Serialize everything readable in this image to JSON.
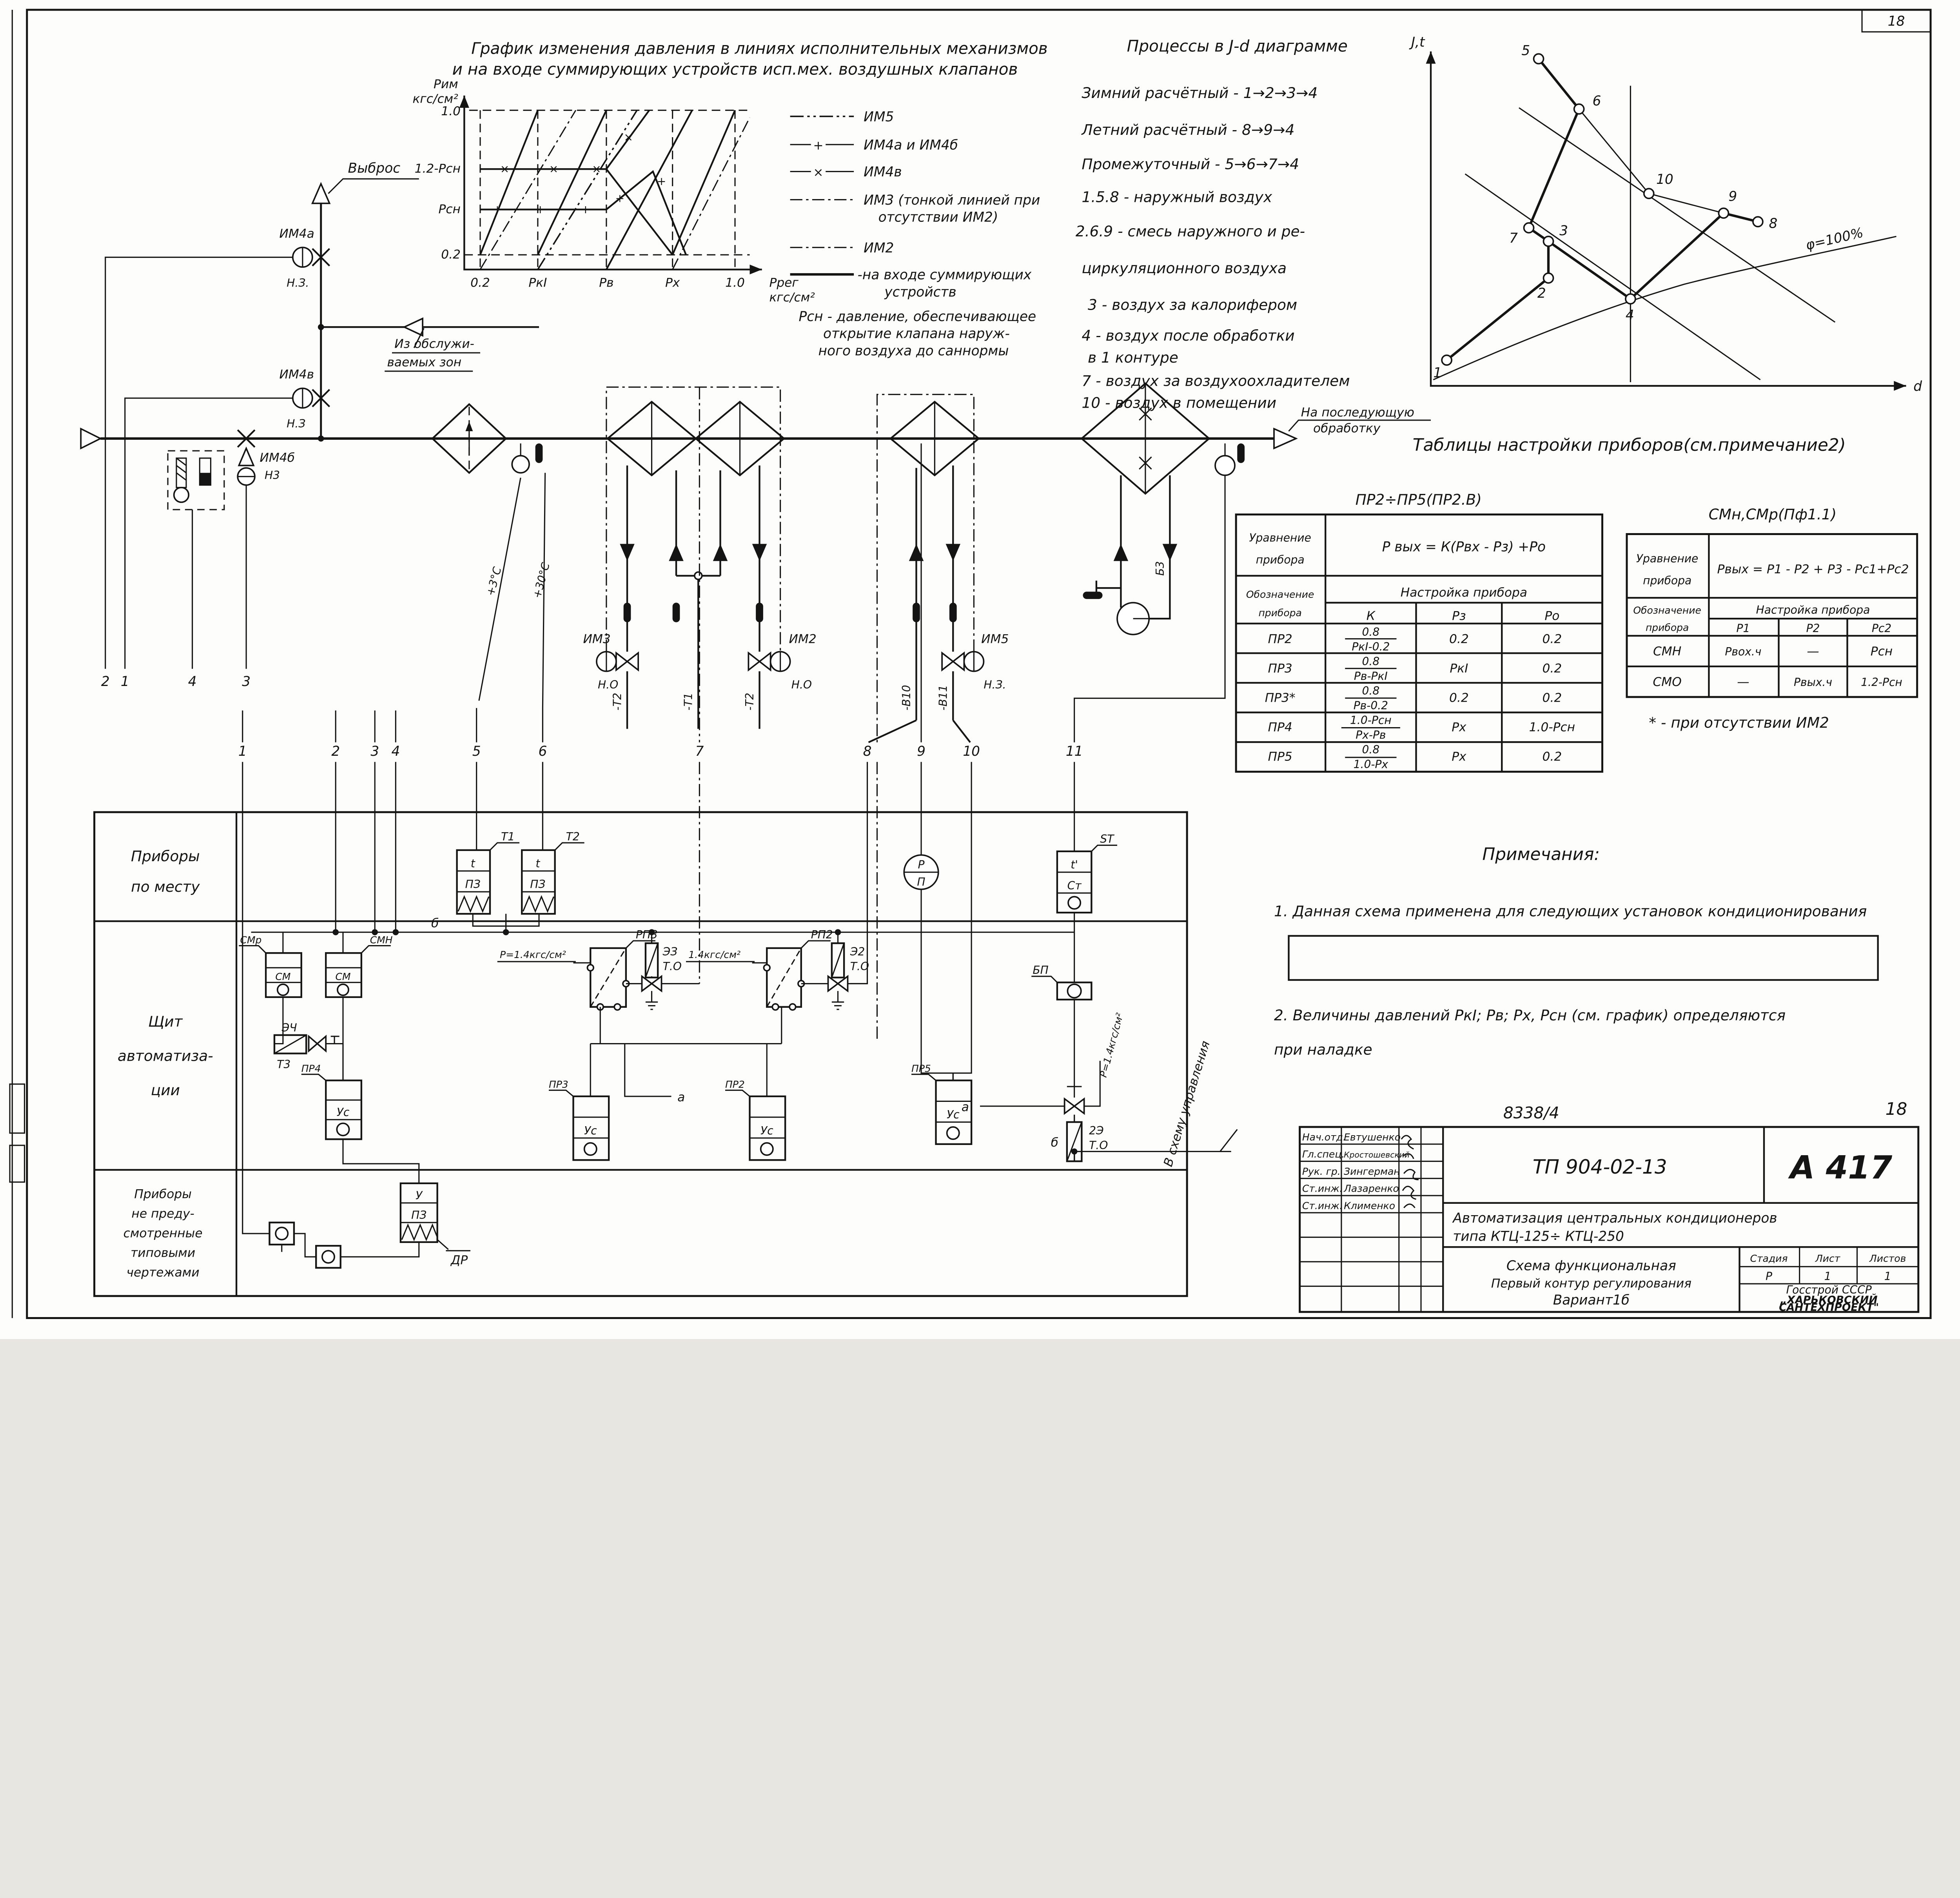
{
  "sheet": {
    "corner": "18",
    "doc_no": "8338/4",
    "page": "18"
  },
  "g": {
    "t1": "График изменения давления в линиях исполнительных механизмов",
    "t2": "и на входе суммирующих устройств исп.мех. воздушных клапанов",
    "yl1": "Рим",
    "yl2": "кгс/см²",
    "yt": [
      "1.0",
      "1.2-Рсн",
      "Рсн",
      "0.2"
    ],
    "xt": [
      "0.2",
      "РкI",
      "Рв",
      "Рх",
      "1.0"
    ],
    "xl1": "Ррег",
    "xl2": "кгс/см²"
  },
  "leg": {
    "i5": "ИМ5",
    "i4ab": "ИМ4а и ИМ4б",
    "i4v": "ИМ4в",
    "i3a": "ИМ3 (тонкой линией при",
    "i3b": "отсутствии ИМ2)",
    "i2": "ИМ2",
    "sum1": "-на входе суммирующих",
    "sum2": "устройств",
    "p1": "Рсн - давление, обеспечивающее",
    "p2": "открытие клапана наруж-",
    "p3": "ного воздуха до саннормы"
  },
  "pr": {
    "title": "Процессы в J-d диаграмме",
    "l1": "Зимний расчётный - 1→2→3→4",
    "l2": "Летний расчётный - 8→9→4",
    "l3": "Промежуточный - 5→6→7→4",
    "l4": "1.5.8 - наружный воздух",
    "l5": "2.6.9 - смесь наружного и ре-",
    "l6": "циркуляционного воздуха",
    "l7": "3 - воздух за калорифером",
    "l8": "4 - воздух после обработки",
    "l9": "в 1 контуре",
    "l10": "7 - воздух за воздухоохладителем",
    "l11": "10 - воздух в помещении"
  },
  "jd": {
    "ax_y": "J,t",
    "ax_x": "d",
    "phi": "φ=100%",
    "pts": [
      "1",
      "2",
      "3",
      "4",
      "5",
      "6",
      "7",
      "8",
      "9",
      "10"
    ]
  },
  "chart_data": {
    "type": "scatter",
    "title": "Процессы в J-d диаграмме",
    "xlabel": "d",
    "ylabel": "J,t",
    "points": [
      {
        "id": "1",
        "x": 0.05,
        "y": 0.09
      },
      {
        "id": "2",
        "x": 0.25,
        "y": 0.32
      },
      {
        "id": "3",
        "x": 0.25,
        "y": 0.42
      },
      {
        "id": "4",
        "x": 0.42,
        "y": 0.26
      },
      {
        "id": "5",
        "x": 0.23,
        "y": 0.93
      },
      {
        "id": "6",
        "x": 0.31,
        "y": 0.79
      },
      {
        "id": "7",
        "x": 0.21,
        "y": 0.46
      },
      {
        "id": "8",
        "x": 0.67,
        "y": 0.47
      },
      {
        "id": "9",
        "x": 0.6,
        "y": 0.5
      },
      {
        "id": "10",
        "x": 0.45,
        "y": 0.55
      }
    ],
    "processes": [
      [
        "1",
        "2",
        "3",
        "4"
      ],
      [
        "8",
        "9",
        "4"
      ],
      [
        "5",
        "6",
        "7",
        "4"
      ]
    ],
    "annotations": [
      "φ=100%"
    ]
  },
  "sch": {
    "vybros": "Выброс",
    "zon1": "Из обслужи-",
    "zon2": "ваемых зон",
    "im4a": "ИМ4а",
    "im4a_s": "Н.З.",
    "im4v": "ИМ4в",
    "im4v_s": "Н.З",
    "im4b": "ИМ4б",
    "im4b_s": "Н3",
    "im3": "ИМ3",
    "im3_s": "Н.О",
    "im2": "ИМ2",
    "im2_s": "Н.О",
    "im5": "ИМ5",
    "im5_s": "Н.З.",
    "t3c": "+3°C",
    "t30c": "+30°C",
    "t1": "-Т1",
    "t2": "-Т2",
    "v10": "-В10",
    "v11": "-В11",
    "b3": "Б3",
    "out1": "На последующую",
    "out2": "обработку",
    "ld": [
      "1",
      "2",
      "3",
      "4",
      "5",
      "6",
      "7",
      "8",
      "9",
      "10",
      "11"
    ],
    "ldl": [
      "2",
      "1",
      "4",
      "3"
    ]
  },
  "panel": {
    "r1a": "Приборы",
    "r1b": "по месту",
    "r2a": "Щит",
    "r2b": "автоматиза-",
    "r2c": "ции",
    "r3a": "Приборы",
    "r3b": "не преду-",
    "r3c": "смотренные",
    "r3d": "типовыми",
    "r3e": "чертежами",
    "t1_tag": "Т1",
    "t2_tag": "Т2",
    "t": "t",
    "pz": "ПЗ",
    "smr": "СМр",
    "smn": "СМН",
    "sm": "СМ",
    "ech": "ЭЧ",
    "t3": "Т3",
    "pr4": "ПР4",
    "us": "Ус",
    "rp3": "РП3",
    "ez": "ЭЗ",
    "to": "Т.О",
    "rp2": "РП2",
    "e2": "Э2",
    "pr3": "ПР3",
    "pr2": "ПР2",
    "pr5": "ПР5",
    "bp": "БП",
    "e2e": "2Э",
    "a": "а",
    "b": "б",
    "dr": "ДР",
    "u": "У",
    "p_top": "Р",
    "p_bot": "П",
    "st_tag": "ST",
    "st_t": "t'",
    "st_c": "Ст",
    "p14": "Р=1.4кгс/см²",
    "p14b": "1.4кгс/см²",
    "ctrl": "В схему управления"
  },
  "tb": {
    "heading": "Таблицы настройки приборов(см.примечание2)",
    "t1": {
      "sub": "ПР2÷ПР5(ПР2.В)",
      "eq1": "Уравнение",
      "eq2": "прибора",
      "formula": "Р вых = К(Рвх - Рз) +Ро",
      "ob1": "Обозначение",
      "ob2": "прибора",
      "set": "Настройка прибора",
      "c1": "К",
      "c2": "Рз",
      "c3": "Ро",
      "rows": [
        {
          "n": "ПР2",
          "kn": "0.8",
          "kd": "РкI-0.2",
          "rz": "0.2",
          "ro": "0.2"
        },
        {
          "n": "ПР3",
          "kn": "0.8",
          "kd": "Рв-РкI",
          "rz": "РкI",
          "ro": "0.2"
        },
        {
          "n": "ПР3*",
          "kn": "0.8",
          "kd": "Рв-0.2",
          "rz": "0.2",
          "ro": "0.2"
        },
        {
          "n": "ПР4",
          "kn": "1.0-Рсн",
          "kd": "Рх-Рв",
          "rz": "Рх",
          "ro": "1.0-Рсн"
        },
        {
          "n": "ПР5",
          "kn": "0.8",
          "kd": "1.0-Рх",
          "rz": "Рх",
          "ro": "0.2"
        }
      ]
    },
    "t2": {
      "sub": "СМн,СМр(Пф1.1)",
      "formula": "Рвых = Р1 - Р2 + Р3 - Рс1+Рс2",
      "c1": "Р1",
      "c2": "Р2",
      "c3": "Рс2",
      "rows": [
        {
          "n": "СМН",
          "p1": "Рвох.ч",
          "p2": "—",
          "pc": "Рсн"
        },
        {
          "n": "СМО",
          "p1": "—",
          "p2": "Рвых.ч",
          "pc": "1.2-Рсн"
        }
      ]
    },
    "note": "* -  при отсутствии ИМ2"
  },
  "notes": {
    "h": "Примечания:",
    "n1": "1. Данная схема применена для следующих установок кондиционирования",
    "n2": "2. Величины давлений РкI; Рв; Рх, Рсн (см. график) определяются",
    "n3": "при наладке"
  },
  "ts": {
    "r1": "Нач.отд.",
    "n1": "Евтушенко",
    "r2": "Гл.спец.",
    "n2": "Кростошевский",
    "r3": "Рук. гр.",
    "n3": "Зингерман",
    "r4": "Ст.инж.",
    "n4": "Лазаренко",
    "r5": "Ст.инж.",
    "n5": "Клименко",
    "tp": "ТП 904-02-13",
    "a417": "А 417",
    "t1": "Автоматизация центральных кондиционеров",
    "t2": "типа КТЦ-125÷ КТЦ-250",
    "s1": "Схема функциональная",
    "s2": "Первый контур регулирования",
    "s3": "Вариант1б",
    "st": "Стадия",
    "l": "Лист",
    "ll": "Листов",
    "sv": "Р",
    "lv": "1",
    "llv": "1",
    "g1": "Госстрой СССР",
    "g2": "„ХАРЬКОВСКИЙ",
    "g3": "САНТЕХПРОЕКТ\""
  }
}
